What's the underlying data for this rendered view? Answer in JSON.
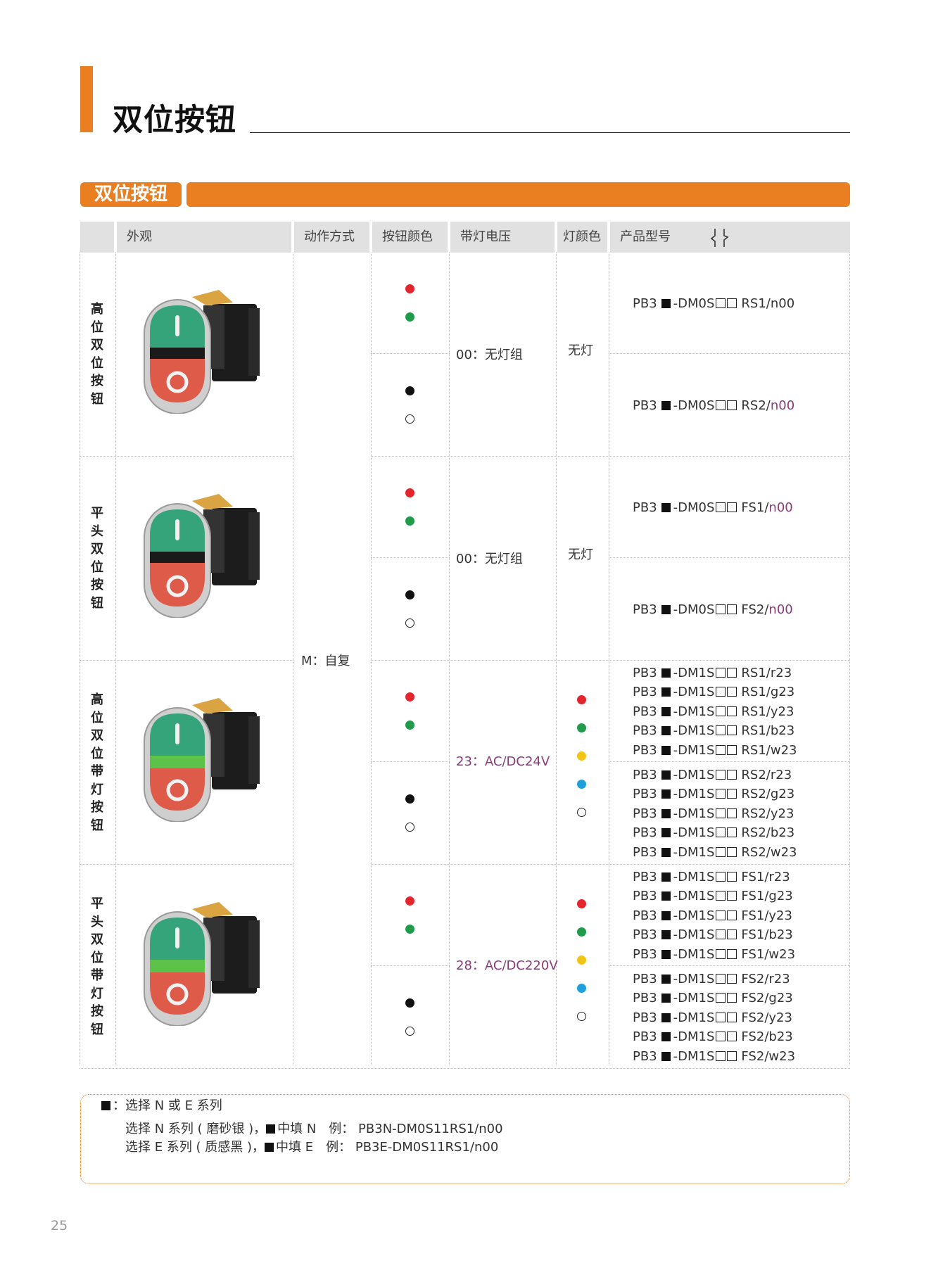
{
  "page": {
    "title": "双位按钮",
    "section_tag": "双位按钮",
    "page_number": "25"
  },
  "header": {
    "appearance": "外观",
    "action": "动作方式",
    "button_color": "按钮颜色",
    "voltage": "带灯电压",
    "lamp_color": "灯颜色",
    "model": "产品型号"
  },
  "action_value": "M：自复",
  "colors": {
    "red": "#e3262c",
    "green": "#1f9b4a",
    "yellow": "#f2c514",
    "blue": "#1ea0dd",
    "black": "#111111",
    "accent": "#e97f20",
    "voltage_text": "#8a3a7a"
  },
  "groups": [
    {
      "label": "高位双位按钮",
      "voltage": "00：无灯组",
      "lamp": "无灯",
      "prefix": "PB3",
      "sub1": [
        {
          "series": "-DM0S",
          "suffix": "RS1/n00"
        }
      ],
      "sub2": [
        {
          "series": "-DM0S",
          "suffix": "RS2/n00"
        }
      ]
    },
    {
      "label": "平头双位按钮",
      "voltage": "00：无灯组",
      "lamp": "无灯",
      "prefix": "PB3",
      "sub1": [
        {
          "series": "-DM0S",
          "suffix": "FS1/n00"
        }
      ],
      "sub2": [
        {
          "series": "-DM0S",
          "suffix": "FS2/n00"
        }
      ]
    },
    {
      "label": "高位双位带灯按钮",
      "voltage": "23：AC/DC24V",
      "lamp": "",
      "prefix": "PB3",
      "sub1": [
        {
          "series": "-DM1S",
          "suffix": "RS1/r23"
        },
        {
          "series": "-DM1S",
          "suffix": "RS1/g23"
        },
        {
          "series": "-DM1S",
          "suffix": "RS1/y23"
        },
        {
          "series": "-DM1S",
          "suffix": "RS1/b23"
        },
        {
          "series": "-DM1S",
          "suffix": "RS1/w23"
        }
      ],
      "sub2": [
        {
          "series": "-DM1S",
          "suffix": "RS2/r23"
        },
        {
          "series": "-DM1S",
          "suffix": "RS2/g23"
        },
        {
          "series": "-DM1S",
          "suffix": "RS2/y23"
        },
        {
          "series": "-DM1S",
          "suffix": "RS2/b23"
        },
        {
          "series": "-DM1S",
          "suffix": "RS2/w23"
        }
      ]
    },
    {
      "label": "平头双位带灯按钮",
      "voltage": "28：AC/DC220V",
      "lamp": "",
      "prefix": "PB3",
      "sub1": [
        {
          "series": "-DM1S",
          "suffix": "FS1/r23"
        },
        {
          "series": "-DM1S",
          "suffix": "FS1/g23"
        },
        {
          "series": "-DM1S",
          "suffix": "FS1/y23"
        },
        {
          "series": "-DM1S",
          "suffix": "FS1/b23"
        },
        {
          "series": "-DM1S",
          "suffix": "FS1/w23"
        }
      ],
      "sub2": [
        {
          "series": "-DM1S",
          "suffix": "FS2/r23"
        },
        {
          "series": "-DM1S",
          "suffix": "FS2/g23"
        },
        {
          "series": "-DM1S",
          "suffix": "FS2/y23"
        },
        {
          "series": "-DM1S",
          "suffix": "FS2/b23"
        },
        {
          "series": "-DM1S",
          "suffix": "FS2/w23"
        }
      ]
    }
  ],
  "note": {
    "line1": "：选择 N 或 E 系列",
    "line2_a": "选择 N 系列 ( 磨砂银 )，",
    "line2_b": "中填 N　例： PB3N-DM0S11RS1/n00",
    "line3_a": "选择 E 系列 ( 质感黑 )，",
    "line3_b": "中填 E　例： PB3E-DM0S11RS1/n00"
  }
}
